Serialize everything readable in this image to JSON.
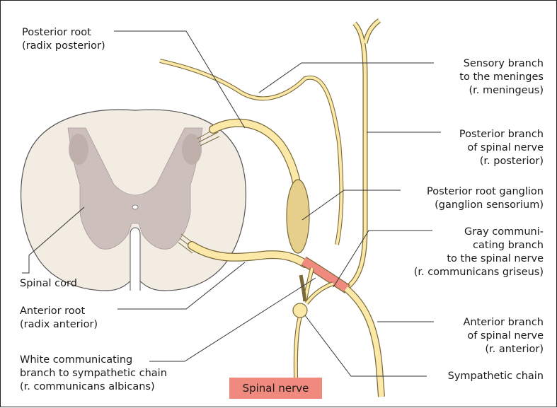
{
  "labels": {
    "posterior_root": [
      "Posterior root",
      "(radix posterior)"
    ],
    "spinal_cord": [
      "Spinal cord"
    ],
    "anterior_root": [
      "Anterior root",
      "(radix anterior)"
    ],
    "white_comm": [
      "White communicating",
      "branch to sympathetic chain",
      "(r. communicans albicans)"
    ],
    "sensory_branch": [
      "Sensory branch",
      "to the meninges",
      "(r. meningeus)"
    ],
    "posterior_branch": [
      "Posterior branch",
      "of spinal nerve",
      "(r. posterior)"
    ],
    "ganglion": [
      "Posterior root ganglion",
      "(ganglion sensorium)"
    ],
    "gray_comm": [
      "Gray communi-",
      "cating branch",
      "to the spinal nerve",
      "(r. communicans griseus)"
    ],
    "anterior_branch": [
      "Anterior branch",
      "of spinal nerve",
      "(r. anterior)"
    ],
    "sympathetic_chain": [
      "Sympathetic chain"
    ]
  },
  "spinal_nerve_tag": "Spinal nerve",
  "colors": {
    "nerve_fill": "#fce9a8",
    "nerve_stroke": "#7a6a3a",
    "cord_fill": "#f2ece2",
    "gray_matter": "#cdbfbb",
    "ganglion_fill": "#e6cf8a",
    "spinal_nerve_highlight": "#f08a7f"
  }
}
